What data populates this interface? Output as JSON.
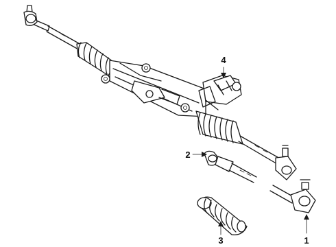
{
  "callouts": [
    {
      "id": "1",
      "label": "1",
      "part": "outer-tie-rod-end"
    },
    {
      "id": "2",
      "label": "2",
      "part": "inner-tie-rod"
    },
    {
      "id": "3",
      "label": "3",
      "part": "boot"
    },
    {
      "id": "4",
      "label": "4",
      "part": "steering-valve"
    }
  ],
  "colors": {
    "line": "#1a1a1a",
    "background": "#ffffff",
    "label": "#111111"
  }
}
